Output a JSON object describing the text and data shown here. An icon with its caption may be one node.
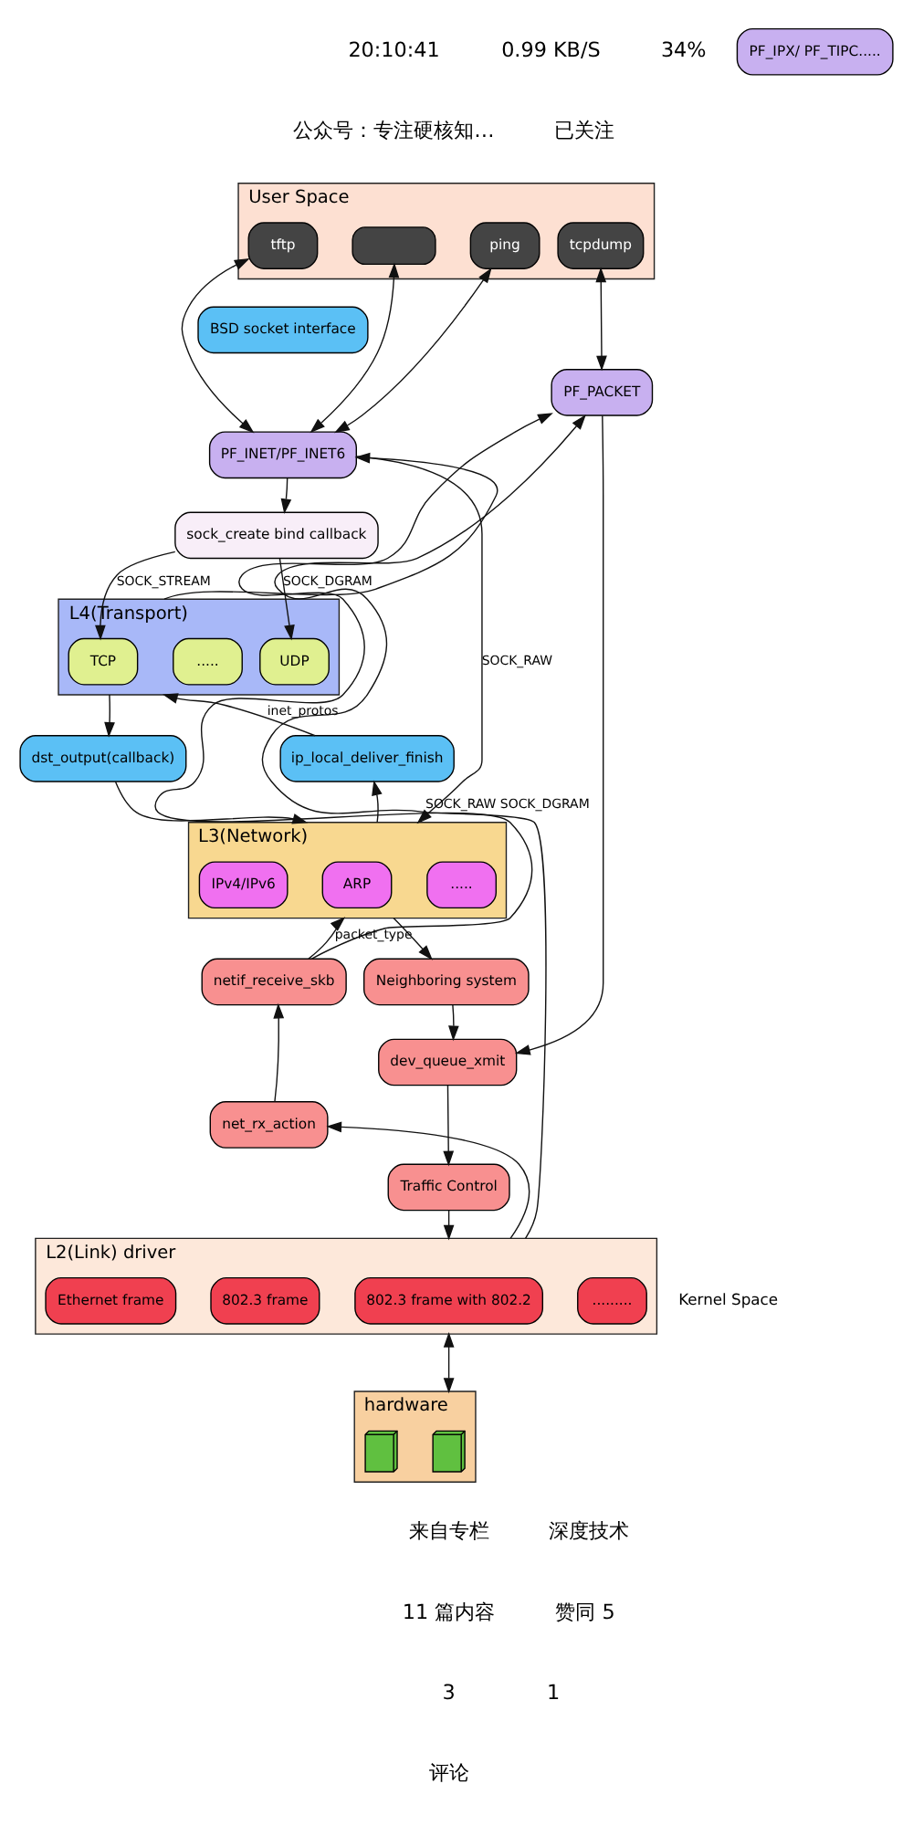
{
  "diagram": {
    "nodes": [
      {
        "text": [
          "User Space"
        ]
      },
      {
        "text": [
          "tcpdump"
        ],
        "in": 0
      },
      {
        "text": [
          "tftp"
        ],
        "in": 0
      },
      {
        "text": [],
        "shape": "box",
        "in": 0
      },
      {
        "text": [
          "ping"
        ],
        "in": 0
      },
      {
        "text": [
          "BSD socket interface"
        ]
      },
      {
        "text": [
          "PF_PACKET"
        ]
      },
      {
        "text": [
          "PF_INET/PF_INET6"
        ]
      },
      {
        "text": [
          "PF_IPX/ PF_TIPC....."
        ]
      },
      {
        "text": [
          "sock_create bind callback"
        ]
      },
      {
        "text": [
          "L4(Transport)"
        ]
      },
      {
        "text": [
          "UDP"
        ],
        "in": 10
      },
      {
        "text": [
          "TCP"
        ],
        "in": 10
      },
      {
        "text": [
          "....."
        ],
        "in": 10
      },
      {
        "text": [
          "ip_local_deliver_finish"
        ]
      },
      {
        "text": [
          "dst_output(callback)"
        ]
      },
      {
        "text": [
          "L3(Network)"
        ]
      },
      {
        "text": [
          "IPv4/IPv6"
        ],
        "in": 16
      },
      {
        "text": [
          "ARP"
        ],
        "in": 16
      },
      {
        "text": [
          "....."
        ],
        "in": 16
      },
      {
        "text": [
          "Neighboring system"
        ]
      },
      {
        "text": [
          "netif_receive_skb"
        ]
      },
      {
        "text": [
          "net_rx_action"
        ]
      },
      {
        "text": [
          "dev_queue_xmit"
        ]
      },
      {
        "text": [
          "Traffic Control"
        ]
      },
      {
        "text": [
          "L2(Link) driver"
        ]
      },
      {
        "text": [
          "Ethernet frame"
        ],
        "in": 25
      },
      {
        "text": [
          "802.3 frame"
        ],
        "in": 25
      },
      {
        "text": [
          "802.3 frame with 802.2"
        ],
        "in": 25
      },
      {
        "text": [
          "........."
        ],
        "in": 25
      },
      {
        "text": [
          "hardware"
        ]
      },
      {
        "text": [],
        "shape": "picture",
        "in": 30
      },
      {
        "text": [],
        "shape": "picture",
        "in": 30
      }
    ],
    "edges": [
      {
        "from": 1,
        "to": 6,
        "arrow": "both"
      },
      {
        "from": 2,
        "to": 7,
        "arrow": "both"
      },
      {
        "from": 3,
        "to": 7,
        "arrow": "both"
      },
      {
        "from": 4,
        "to": 7,
        "arrow": "both"
      },
      {
        "from": 7,
        "to": 9,
        "arrow": "to"
      },
      {
        "from": 9,
        "to": 11,
        "arrow": "to",
        "label": "SOCK_DGRAM"
      },
      {
        "from": 9,
        "to": 12,
        "arrow": "to",
        "label": "SOCK_STREAM"
      },
      {
        "from": 14,
        "to": 10,
        "arrow": "to",
        "label": "inet_protos"
      },
      {
        "from": 10,
        "to": 15,
        "arrow": "to"
      },
      {
        "from": 15,
        "to": 16,
        "arrow": "to"
      },
      {
        "from": 16,
        "to": 14,
        "arrow": "to"
      },
      {
        "from": 10,
        "to": 7,
        "arrow": "to"
      },
      {
        "from": 7,
        "to": 16,
        "arrow": "to",
        "label": "SOCK_RAW"
      },
      {
        "from": 16,
        "to": 20,
        "arrow": "to"
      },
      {
        "from": 20,
        "to": 23,
        "arrow": "to"
      },
      {
        "from": 23,
        "to": 24,
        "arrow": "to"
      },
      {
        "from": 24,
        "to": 25,
        "arrow": "to"
      },
      {
        "from": 25,
        "to": 22,
        "arrow": "to"
      },
      {
        "from": 22,
        "to": 21,
        "arrow": "to"
      },
      {
        "from": 21,
        "to": 16,
        "arrow": "to",
        "label": "packet_type"
      },
      {
        "from": 21,
        "to": 6,
        "arrow": "to"
      },
      {
        "from": 25,
        "to": 6,
        "arrow": "to",
        "label": "SOCK_RAW SOCK_DGRAM"
      },
      {
        "from": 6,
        "to": 23,
        "arrow": "to"
      },
      {
        "from": 25,
        "to": 30,
        "arrow": "both"
      }
    ],
    "labels": [
      "20:10:41",
      "0.99 KB/S",
      "34%",
      "公众号：专注硬核知…",
      "已关注",
      "Kernel Space",
      "来自专栏",
      "深度技术",
      "11 篇内容",
      "赞同 5",
      "3",
      "1",
      "评论"
    ]
  }
}
